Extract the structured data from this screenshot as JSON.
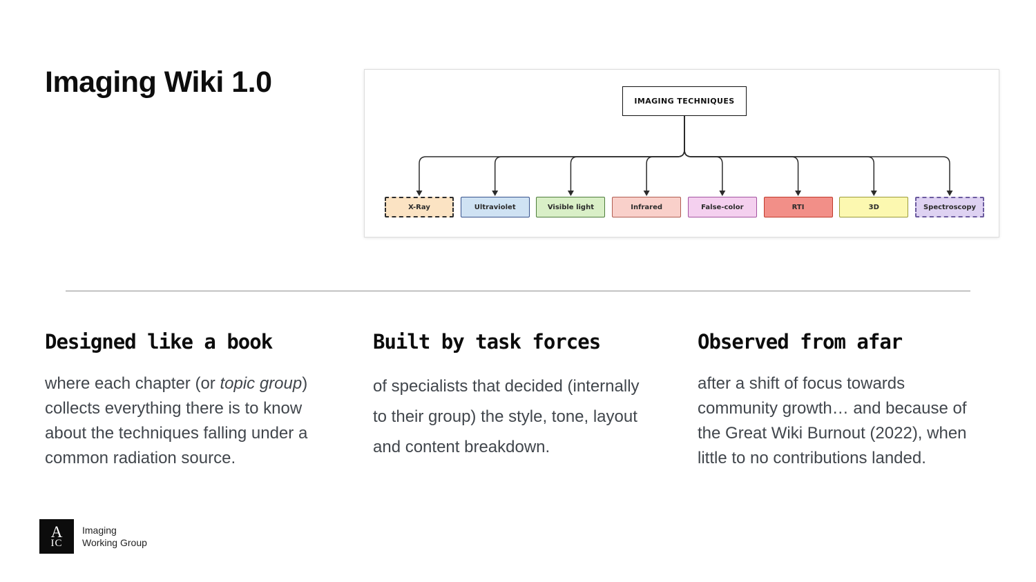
{
  "slide": {
    "title": "Imaging Wiki 1.0"
  },
  "diagram": {
    "root_label": "IMAGING TECHNIQUES",
    "connector_color": "#2b2b2b",
    "nodes": [
      {
        "label": "X-Ray",
        "fill": "#fbe3c3",
        "border": "#2b2b2b",
        "dashed": true
      },
      {
        "label": "Ultraviolet",
        "fill": "#cfe2f3",
        "border": "#35518c",
        "dashed": false
      },
      {
        "label": "Visible light",
        "fill": "#d9efc7",
        "border": "#4d7c3a",
        "dashed": false
      },
      {
        "label": "Infrared",
        "fill": "#f9d0ca",
        "border": "#b05c50",
        "dashed": false
      },
      {
        "label": "False-color",
        "fill": "#f4d0ef",
        "border": "#a352a0",
        "dashed": false
      },
      {
        "label": "RTI",
        "fill": "#f28f88",
        "border": "#c0392b",
        "dashed": false
      },
      {
        "label": "3D",
        "fill": "#fcf8b0",
        "border": "#9b9b3a",
        "dashed": false
      },
      {
        "label": "Spectroscopy",
        "fill": "#ded2f2",
        "border": "#6a5a9e",
        "dashed": true
      }
    ]
  },
  "columns": [
    {
      "heading": "Designed like a book",
      "body": [
        {
          "text": "where each chapter (or "
        },
        {
          "text": "topic group",
          "italic": true
        },
        {
          "text": ") collects everything there is to know about the techniques falling under a common radiation source."
        }
      ]
    },
    {
      "heading": "Built by task forces",
      "body": [
        {
          "text": "of specialists that decided (internally to their group) the style, tone, layout and content breakdown."
        }
      ]
    },
    {
      "heading": "Observed from afar",
      "body": [
        {
          "text": "after a shift of focus towards community growth… and because of the Great Wiki Burnout (2022), when little to no contributions landed."
        }
      ]
    }
  ],
  "footer": {
    "logo_top": "A",
    "logo_bottom": "IC",
    "org_line1": "Imaging",
    "org_line2": "Working Group"
  }
}
